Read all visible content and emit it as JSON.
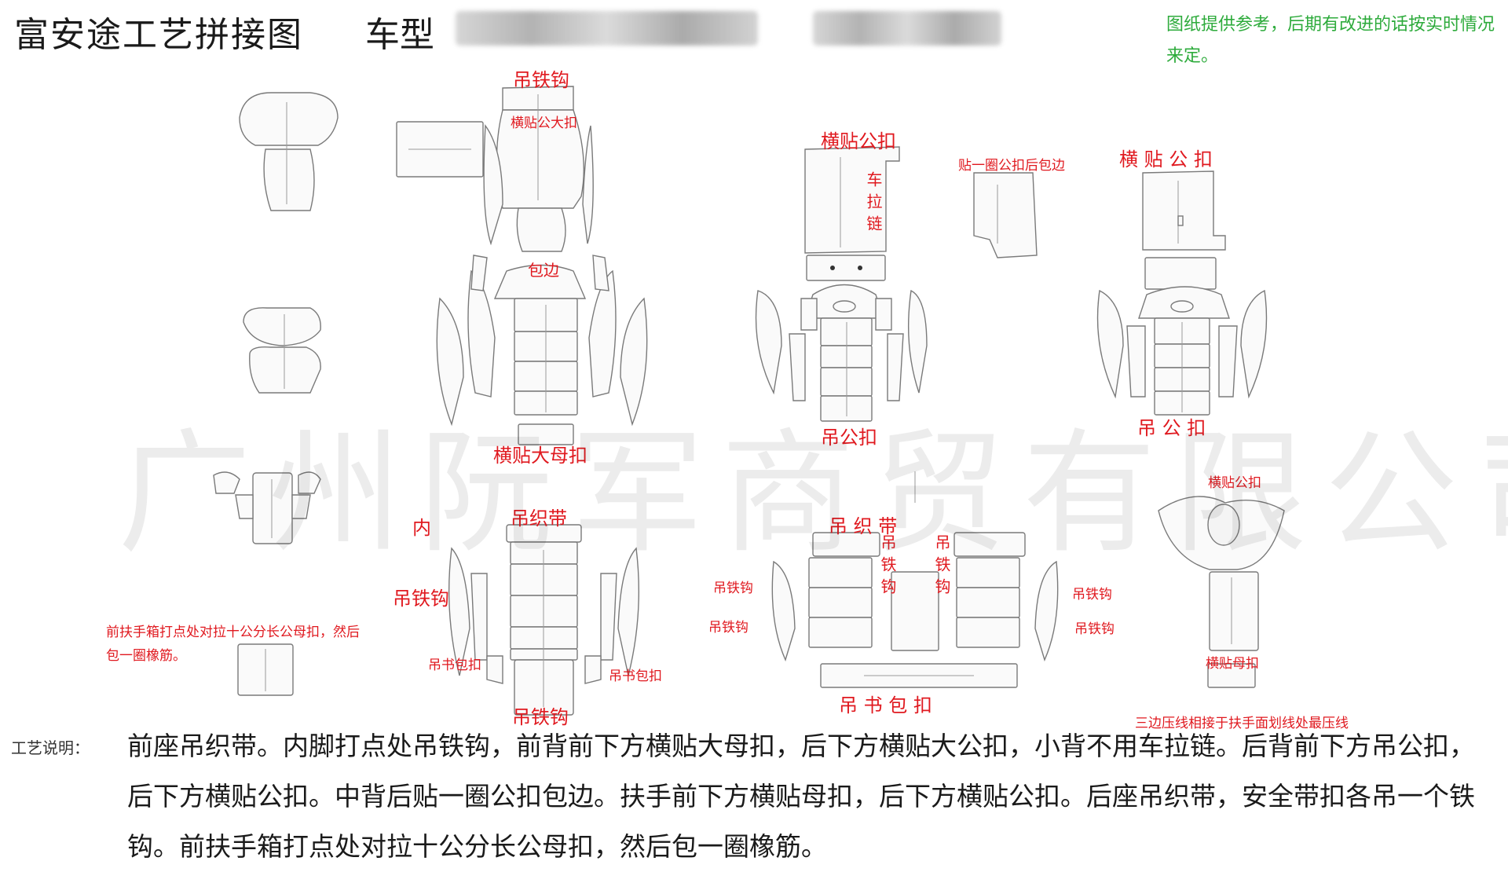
{
  "header": {
    "title": "富安途工艺拼接图",
    "model_label": "车型",
    "note": "图纸提供参考，后期有改进的话按实时情况来定。"
  },
  "labels": {
    "hang_iron_hook_top": "吊铁钩",
    "horizontal_big_male_top": "横贴公大扣",
    "horizontal_male_mid1": "横贴公扣",
    "car_zipper": "车拉链",
    "ring_male_edge": "贴一圈公扣后包边",
    "horizontal_male_mid2": "横 贴 公 扣",
    "edge_wrap": "包边",
    "hang_male": "吊公扣",
    "hang_male_spaced": "吊    公    扣",
    "horizontal_big_female": "横贴大母扣",
    "horizontal_male_small": "横贴公扣",
    "inner": "内",
    "hang_strap": "吊织带",
    "hang_iron_hook_left": "吊铁钩",
    "hang_strap_spaced": "吊    织    带",
    "hang_hook_v1": "吊铁钩",
    "hang_hook_v2": "吊铁钩",
    "hook_l1": "吊铁钩",
    "hook_l2": "吊铁钩",
    "hook_r1": "吊铁钩",
    "hook_r2": "吊铁钩",
    "front_armrest_note": "前扶手箱打点处对拉十公分长公母扣，然后包一圈橡筋。",
    "book_wrap_left": "吊书包扣",
    "book_wrap_right": "吊书包扣",
    "hang_iron_hook_bottom": "吊铁钩",
    "hang_book_wrap_spaced": "吊    书    包    扣",
    "horizontal_female": "横贴母扣",
    "three_side_note": "三边压线相接于扶手面划线处最压线"
  },
  "watermark": "广州阮军商贸有限公司",
  "description": {
    "label": "工艺说明：",
    "text": "前座吊织带。内脚打点处吊铁钩，前背前下方横贴大母扣，后下方横贴大公扣，小背不用车拉链。后背前下方吊公扣，后下方横贴公扣。中背后贴一圈公扣包边。扶手前下方横贴母扣，后下方横贴公扣。后座吊织带，安全带扣各吊一个铁钩。前扶手箱打点处对拉十公分长公母扣，然后包一圈橡筋。"
  },
  "colors": {
    "annotation_red": "#e0191f",
    "note_green": "#2eab3c"
  }
}
